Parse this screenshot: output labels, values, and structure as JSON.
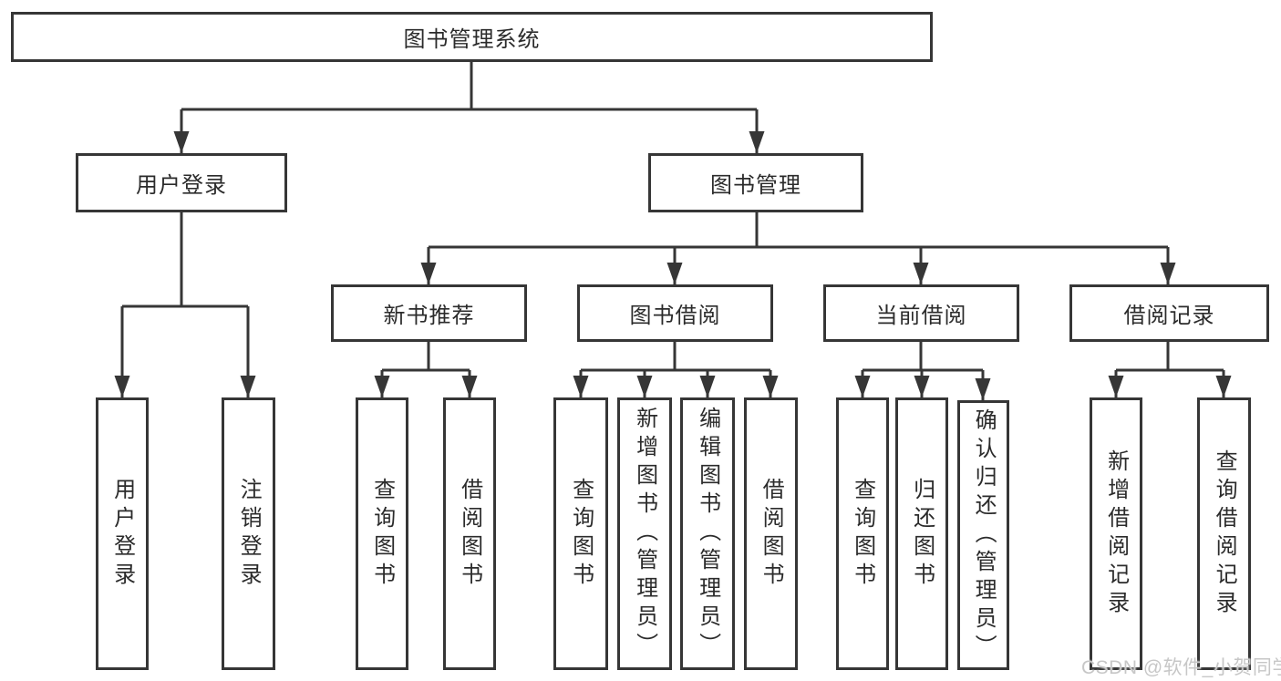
{
  "nodes": {
    "root": "图书管理系统",
    "user_login": "用户登录",
    "book_management": "图书管理",
    "new_book_recommend": "新书推荐",
    "book_borrow": "图书借阅",
    "current_borrow": "当前借阅",
    "borrow_records": "借阅记录",
    "leaves": {
      "user_login": [
        "用户登录",
        "注销登录"
      ],
      "new_book_recommend": [
        "查询图书",
        "借阅图书"
      ],
      "book_borrow": [
        "查询图书",
        "新增图书（管理员）",
        "编辑图书（管理员）",
        "借阅图书"
      ],
      "current_borrow": [
        "查询图书",
        "归还图书",
        "确认归还（管理员）"
      ],
      "borrow_records": [
        "新增借阅记录",
        "查询借阅记录"
      ]
    }
  },
  "watermark": "CSDN @软件_小贺同学",
  "colors": {
    "line": "#363636",
    "text": "#2b2b2b",
    "watermark": "#c7c7c7",
    "background": "#ffffff"
  }
}
